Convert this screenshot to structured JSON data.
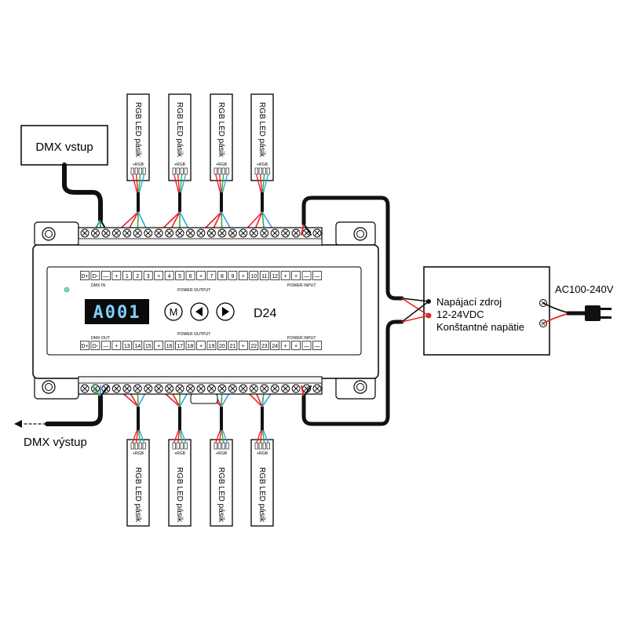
{
  "labels": {
    "dmx_in": "DMX vstup",
    "dmx_out": "DMX výstup",
    "strip": "RGB LED pásik",
    "strip_pins": "+RGB",
    "psu_line1": "Napájací zdroj",
    "psu_line2": "12-24VDC",
    "psu_line3": "Konštantné napätie",
    "ac": "AC100-240V",
    "model": "D24",
    "display": "A001",
    "btn_m": "M",
    "btn_left": "◀",
    "btn_right": "▶"
  },
  "top_terminals": [
    "D+",
    "D-",
    "—",
    "+",
    "1",
    "2",
    "3",
    "+",
    "4",
    "5",
    "6",
    "+",
    "7",
    "8",
    "9",
    "+",
    "10",
    "11",
    "12",
    "+",
    "+",
    "—",
    "—"
  ],
  "bottom_terminals": [
    "D+",
    "D-",
    "—",
    "+",
    "13",
    "14",
    "15",
    "+",
    "16",
    "17",
    "18",
    "+",
    "19",
    "20",
    "21",
    "+",
    "22",
    "23",
    "24",
    "+",
    "+",
    "—",
    "—"
  ],
  "top_group_labels": {
    "dmx_in": "DMX IN",
    "power_output": "POWER OUTPUT",
    "power_input": "POWER INPUT"
  },
  "bottom_group_labels": {
    "dmx_out": "DMX OUT",
    "power_output": "POWER OUTPUT",
    "power_input": "POWER INPUT"
  },
  "colors": {
    "red": "#e8242a",
    "green": "#2db14a",
    "blue": "#36a0e0",
    "black": "#111111",
    "display_bg": "#0a0a0a",
    "display_fg": "#7fd0ff",
    "led": "#7fd7a0"
  }
}
